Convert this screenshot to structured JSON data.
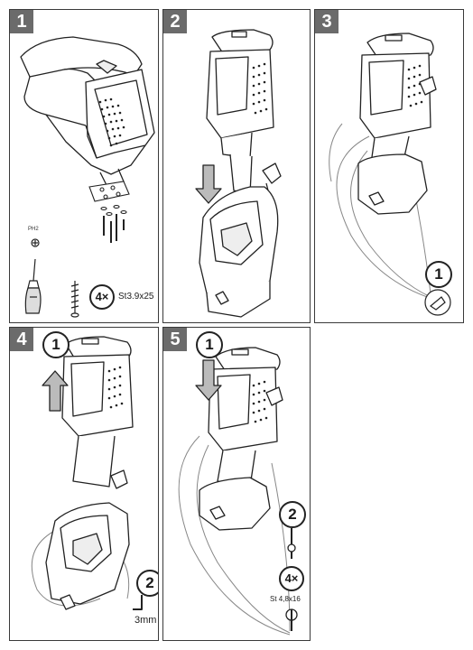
{
  "steps": [
    {
      "number": "1"
    },
    {
      "number": "2"
    },
    {
      "number": "3"
    },
    {
      "number": "4"
    },
    {
      "number": "5"
    }
  ],
  "step1": {
    "driver_tip": "PH2",
    "screw_qty": "4×",
    "screw_spec": "St3.9x25"
  },
  "step3": {
    "sub_step": "1"
  },
  "step4": {
    "sub_step_a": "1",
    "sub_step_b": "2",
    "hex_size": "3mm"
  },
  "step5": {
    "sub_step_a": "1",
    "sub_step_b": "2",
    "screw_qty": "4×",
    "screw_spec": "St 4,8x16"
  }
}
